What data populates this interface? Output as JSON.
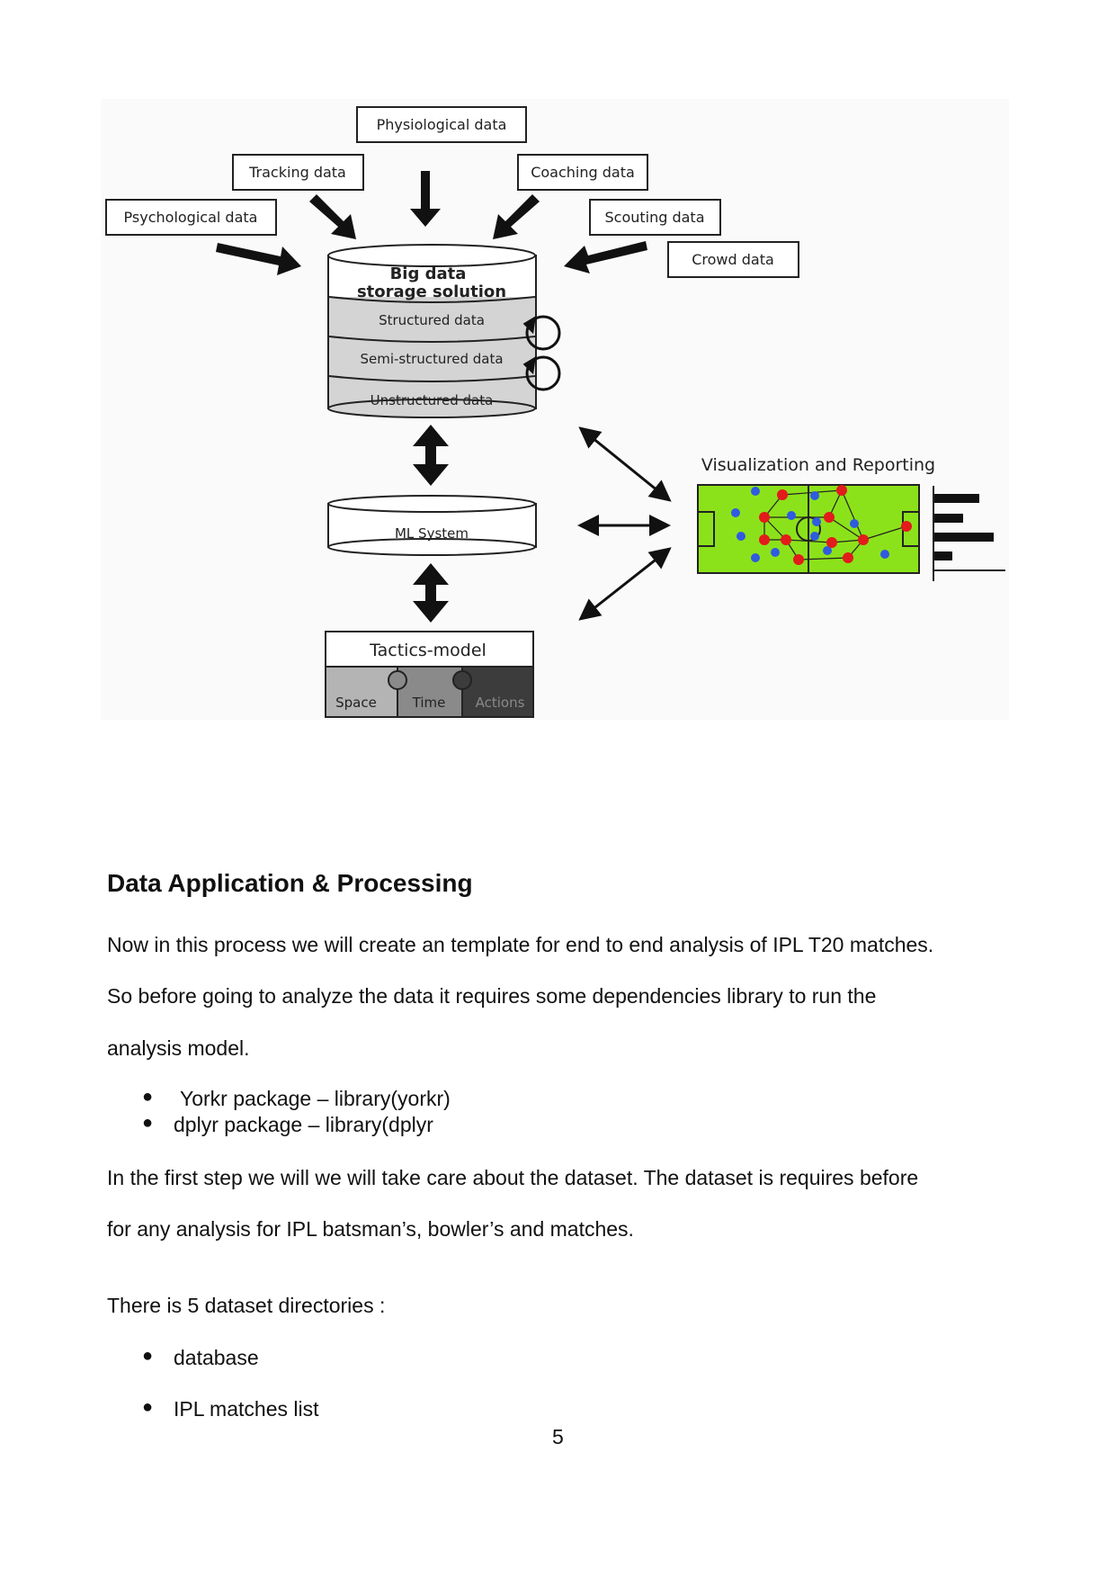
{
  "diagram": {
    "inputs": {
      "physiological": "Physiological data",
      "tracking": "Tracking data",
      "coaching": "Coaching data",
      "psychological": "Psychological data",
      "scouting": "Scouting data",
      "crowd": "Crowd data"
    },
    "storage": {
      "title_line1": "Big data",
      "title_line2": "storage solution",
      "layers": [
        "Structured data",
        "Semi-structured data",
        "Unstructured data"
      ]
    },
    "ml_system": "ML System",
    "tactics": {
      "title": "Tactics-model",
      "pieces": [
        "Space",
        "Time",
        "Actions"
      ]
    },
    "visualization_title": "Visualization and Reporting",
    "colors": {
      "pitch": "#8ce21a",
      "home_players": "#e21b1b",
      "away_players": "#2f5be0",
      "cylinder_fill": "#d4d4d4"
    }
  },
  "section": {
    "heading": "Data Application & Processing",
    "para1_line1": "Now in this process we will create an template for end to end analysis of IPL T20 matches.",
    "para1_line2": "So before going to analyze the data it requires some dependencies library to run the",
    "para1_line3": "analysis model.",
    "bullets1": [
      "Yorkr package – library(yorkr)",
      "dplyr package – library(dplyr"
    ],
    "para2_line1": "In the first step we will we will take care about the dataset. The dataset is requires before",
    "para2_line2": "for any analysis for IPL batsman’s, bowler’s and matches.",
    "para3": "There is 5 dataset directories :",
    "bullets2": [
      "database",
      "IPL matches list"
    ]
  },
  "page_number": "5"
}
